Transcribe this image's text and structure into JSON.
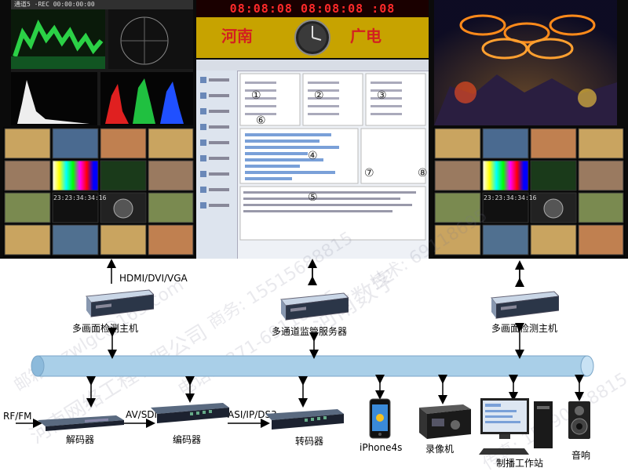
{
  "clock": {
    "digits": "08:08:08 08:08:08 :08",
    "left_text": "河南",
    "right_text": "广电"
  },
  "monitor": {
    "header": "通道5  ·REC  00:00:00:00"
  },
  "software": {
    "circles": [
      "①",
      "②",
      "③",
      "④",
      "⑤",
      "⑥",
      "⑦",
      "⑧"
    ]
  },
  "mosaic": {
    "small_clock_digits": "23:23:34:34:16"
  },
  "servers": {
    "left": "多画面检测主机",
    "center": "多通道监管服务器",
    "right": "多画面检测主机"
  },
  "signals": {
    "hdmi": "HDMI/DVI/VGA",
    "rf": "RF/FM",
    "avsdi": "AV/SDI",
    "asi": "ASI/IP/DS3"
  },
  "devices": {
    "decoder": "解码器",
    "encoder": "编码器",
    "transcoder": "转码器",
    "iphone": "iPhone4s",
    "recorder": "录像机",
    "workstation": "制播工作站",
    "speaker": "音响"
  },
  "watermark": {
    "lines": [
      "河南数字",
      "技术: 69118695",
      "电话: 0371-69118695",
      "邮箱: szwlgc@163.com",
      "商务: 15515688815",
      "河南网络工程有限公司",
      "传真: 15890068815"
    ]
  },
  "colors": {
    "bus": "#a9cfe8",
    "clock_red": "#ff2a2a",
    "clock_bg": "#c7a300"
  }
}
